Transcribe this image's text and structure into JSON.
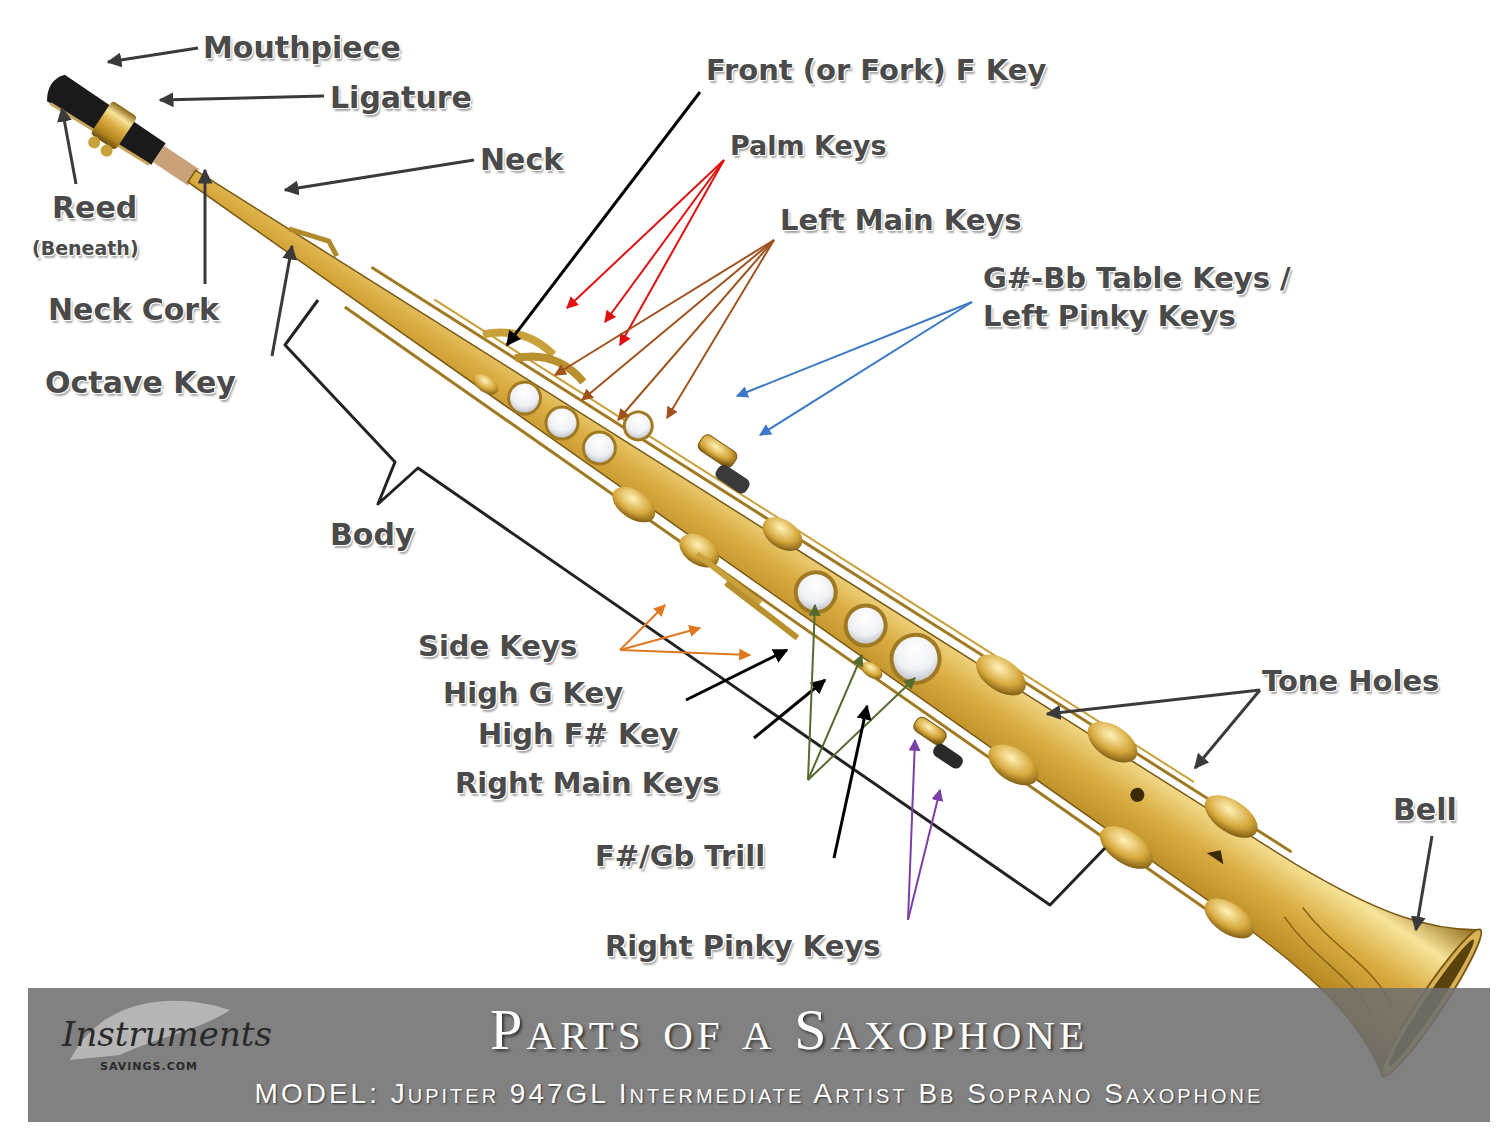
{
  "diagram": {
    "title": "Parts of a Saxophone",
    "caption": "MODEL: Jupiter 947GL Intermediate Artist Bb Soprano Saxophone",
    "labels": [
      "Mouthpiece",
      "Ligature",
      "Reed",
      "(Beneath)",
      "Neck",
      "Neck Cork",
      "Octave Key",
      "Body",
      "Front (or Fork) F Key",
      "Palm Keys",
      "Left Main Keys",
      "G#-Bb Table Keys / Left Pinky Keys",
      "Side Keys",
      "High G Key",
      "High F# Key",
      "Right Main Keys",
      "F#/Gb Trill",
      "Right Pinky Keys",
      "Tone Holes",
      "Bell",
      "Instruments",
      "SAVINGS.COM"
    ]
  }
}
